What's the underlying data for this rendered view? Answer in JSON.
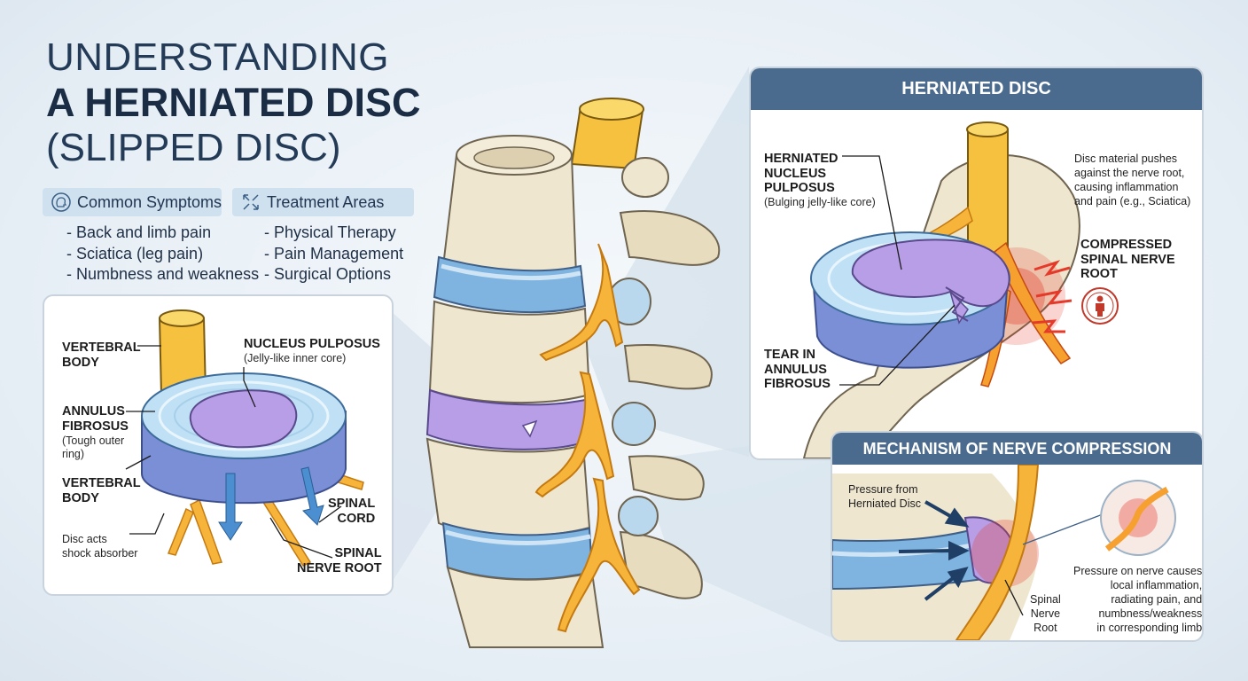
{
  "title": {
    "line1": "UNDERSTANDING",
    "line2": "A HERNIATED DISC",
    "line3": "(SLIPPED DISC)"
  },
  "symptoms": {
    "heading": "Common Symptoms",
    "icon": "head-icon",
    "items": [
      "- Back and limb pain",
      "- Sciatica (leg pain)",
      "- Numbness and weakness"
    ]
  },
  "treatment": {
    "heading": "Treatment Areas",
    "icon": "arrows-expand-icon",
    "items": [
      "- Physical Therapy",
      "- Pain Management",
      "- Surgical Options"
    ]
  },
  "healthy_disc": {
    "labels": {
      "vertebral_body_top": "VERTEBRAL\nBODY",
      "nucleus": "NUCLEUS PULPOSUS",
      "nucleus_sub": "(Jelly-like inner core)",
      "annulus": "ANNULUS\nFIBROSUS",
      "annulus_sub": "(Tough outer\nring)",
      "vertebral_body_bottom": "VERTEBRAL\nBODY",
      "spinal_cord": "SPINAL\nCORD",
      "shock": "Disc acts\nshock absorber",
      "nerve_root": "SPINAL\nNERVE ROOT"
    }
  },
  "herniated_panel": {
    "header": "HERNIATED DISC",
    "labels": {
      "nucleus": "HERNIATED\nNUCLEUS\nPULPOSUS",
      "nucleus_sub": "(Bulging jelly-like core)",
      "tear": "TEAR IN\nANNULUS\nFIBROSUS",
      "description": "Disc material pushes\nagainst the nerve root,\ncausing inflammation\nand pain (e.g., Sciatica)",
      "compressed": "COMPRESSED\nSPINAL NERVE\nROOT"
    },
    "icon": "person-pain-icon"
  },
  "mechanism_panel": {
    "header": "MECHANISM OF NERVE COMPRESSION",
    "labels": {
      "pressure": "Pressure from\nHerniated Disc",
      "nerve": "Spinal\nNerve\nRoot",
      "description": "Pressure on nerve causes\nlocal inflammation,\nradiating pain, and\nnumbness/weakness\nin corresponding limb"
    }
  },
  "colors": {
    "header_bg": "#4b6b8e",
    "pill_bg": "#cfe0ef",
    "bone": "#efe6cf",
    "disc_blue": "#7fb4e0",
    "nucleus_purple": "#b79ee6",
    "nerve_yellow": "#f6b53a",
    "inflammation_red": "#e53a2a"
  }
}
